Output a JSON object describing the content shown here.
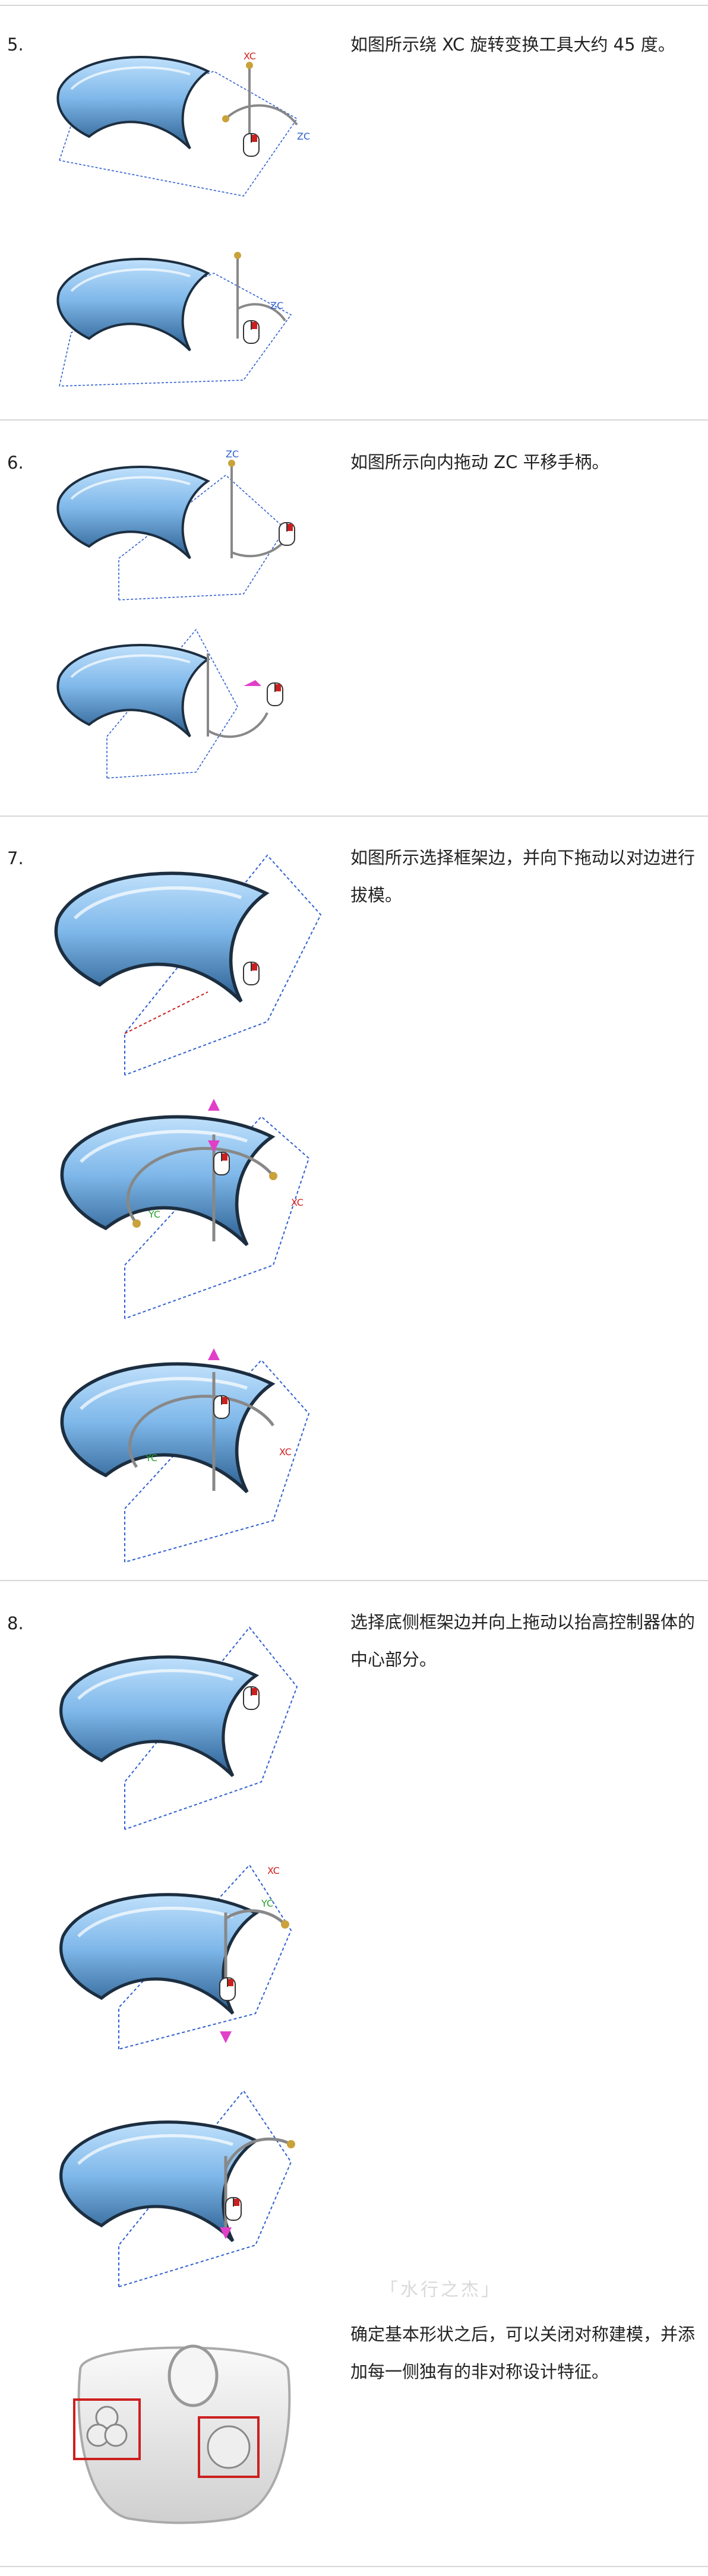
{
  "steps": [
    {
      "number": "5.",
      "text": "如图所示绕 XC 旋转变换工具大约 45 度。"
    },
    {
      "number": "6.",
      "text": "如图所示向内拖动 ZC 平移手柄。"
    },
    {
      "number": "7.",
      "text": "如图所示选择框架边，并向下拖动以对边进行拔模。"
    },
    {
      "number": "8.",
      "text": "选择底侧框架边并向上拖动以抬高控制器体的中心部分。"
    }
  ],
  "final_note": {
    "text": "确定基本形状之后，可以关闭对称建模，并添加每一侧独有的非对称设计特征。"
  },
  "axis_labels": {
    "xc": "XC",
    "yc": "YC",
    "zc": "ZC"
  },
  "watermark": "「水行之杰」",
  "colors": {
    "shape_fill": "#7fb8ea",
    "shape_dark": "#2a5d8f",
    "frame_blue": "#2f5fd0",
    "handle_gold": "#c9a23a",
    "drag_pink": "#e040c8",
    "axis_red": "#d62020",
    "highlight_box": "#cc1f1f",
    "divider": "#d7d7d7"
  },
  "icons": [
    "crescent-shape",
    "mouse-icon",
    "transform-handle",
    "pink-drag-arrow",
    "controller-render"
  ]
}
